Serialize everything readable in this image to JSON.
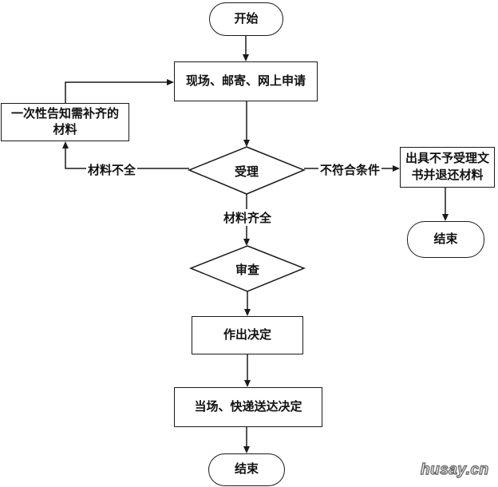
{
  "page": {
    "background": "#ffffff",
    "line_color": "#1a1a1a"
  },
  "nodes": {
    "start": {
      "type": "terminator",
      "label": "开始"
    },
    "apply": {
      "type": "process",
      "label": "现场、邮寄、网上申请"
    },
    "notify": {
      "type": "process",
      "label": "一次性告知需补齐的材料"
    },
    "accept": {
      "type": "decision",
      "label": "受理"
    },
    "reject_doc": {
      "type": "process",
      "label": "出具不予受理文书并退还材料"
    },
    "end_right": {
      "type": "terminator",
      "label": "结束"
    },
    "review": {
      "type": "decision",
      "label": "审查"
    },
    "decide": {
      "type": "process",
      "label": "作出决定"
    },
    "deliver": {
      "type": "process",
      "label": "当场、快递送达决定"
    },
    "end_bottom": {
      "type": "terminator",
      "label": "结束"
    }
  },
  "edge_labels": {
    "incomplete": "材料不全",
    "complete": "材料齐全",
    "not_qualified": "不符合条件"
  },
  "watermark": "husay.cn"
}
